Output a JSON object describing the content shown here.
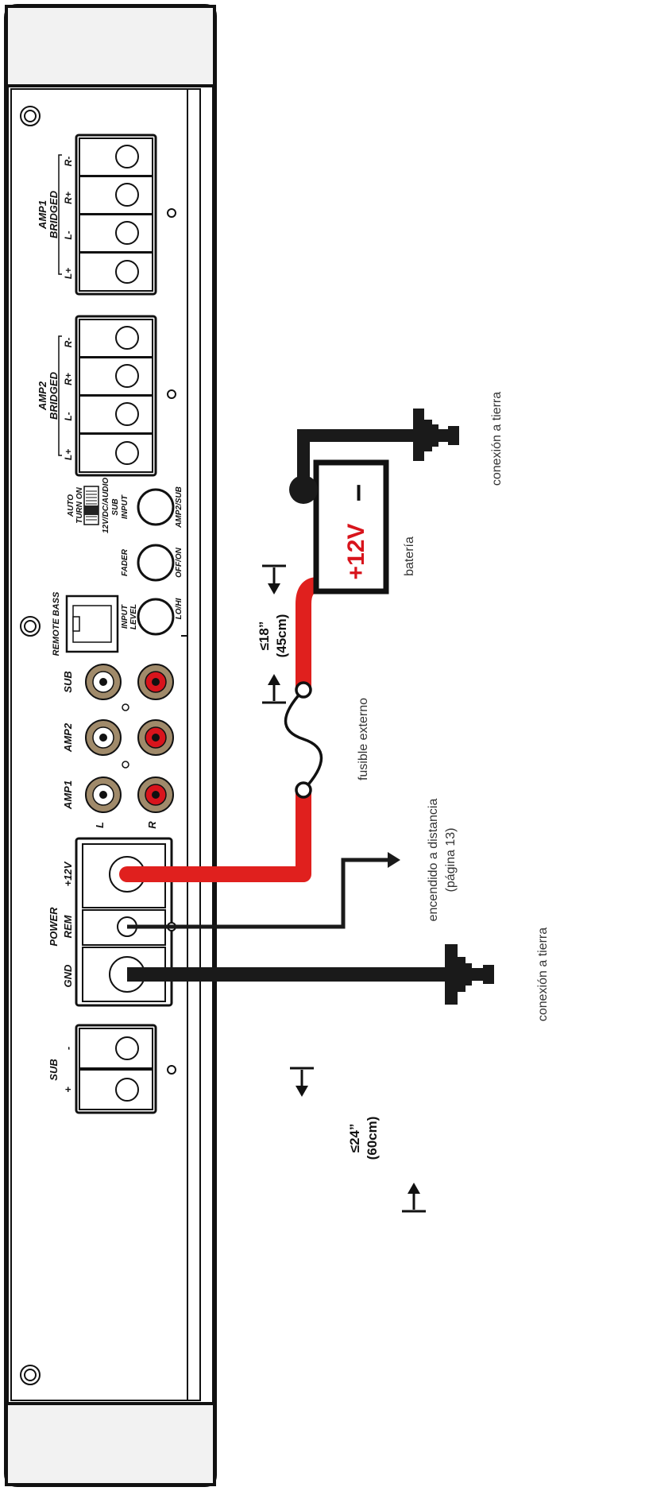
{
  "terminals": {
    "amp1": "AMP1",
    "amp2": "AMP2",
    "bridged": "BRIDGED",
    "l_plus": "L+",
    "l_minus": "L-",
    "r_plus": "R+",
    "r_minus": "R-",
    "sub": "SUB",
    "plus": "+",
    "minus": "-"
  },
  "power": {
    "title": "POWER",
    "plus12v": "+12V",
    "rem": "REM",
    "gnd": "GND"
  },
  "rca": {
    "amp1": "AMP1",
    "amp2": "AMP2",
    "sub": "SUB",
    "l": "L",
    "r": "R"
  },
  "controls": {
    "remote_bass": "REMOTE BASS",
    "input_level_1": "INPUT",
    "input_level_2": "LEVEL",
    "lo_hi": "LO/HI",
    "fader": "FADER",
    "off_on": "OFF/ON",
    "sub_input_1": "SUB",
    "sub_input_2": "INPUT",
    "amp2_sub": "AMP2/SUB",
    "auto_1": "AUTO",
    "auto_2": "TURN ON",
    "auto_3": "12V/DC/AUDIO"
  },
  "battery": {
    "positive": "+12V",
    "negative": "–",
    "label": "batería"
  },
  "labels": {
    "ground_top": "conexión a tierra",
    "ground_bottom": "conexión a tierra",
    "fuse": "fusible externo",
    "remote_1": "encendido a distancia",
    "remote_2": "(página 13)"
  },
  "measurements": {
    "fuse_dist_1": "≤18”",
    "fuse_dist_2": "(45cm)",
    "ground_dist_1": "≤24”",
    "ground_dist_2": "(60cm)"
  },
  "colors": {
    "power_wire": "#e0201e",
    "rca_gold": "#a08a6a",
    "rca_red": "#d8141c",
    "wire_black": "#1a1a1a"
  }
}
